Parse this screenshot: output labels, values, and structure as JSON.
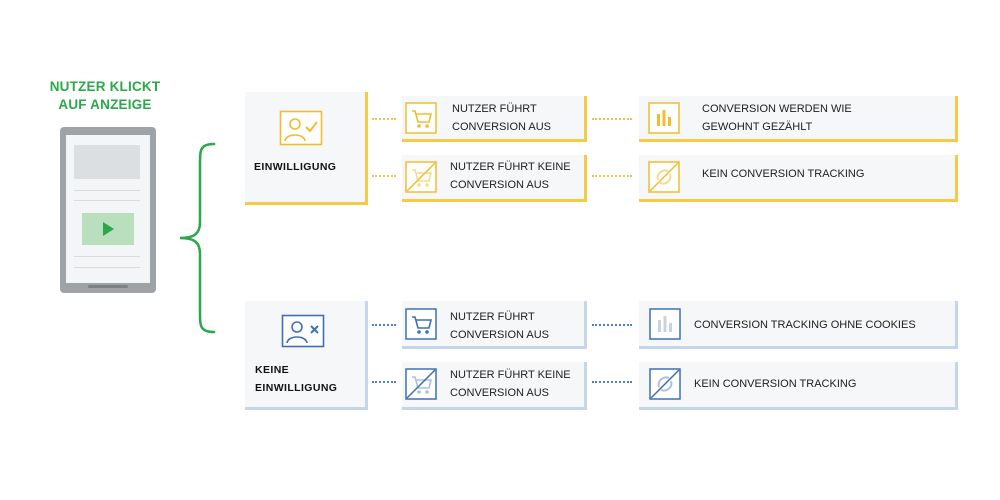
{
  "headline": [
    "NUTZER KLICKT",
    "AUF ANZEIGE"
  ],
  "consent": {
    "label": "EINWILLIGUNG",
    "rows": [
      {
        "action": [
          "NUTZER FÜHRT",
          "CONVERSION AUS"
        ],
        "result": [
          "CONVERSION WERDEN WIE",
          "GEWOHNT GEZÄHLT"
        ]
      },
      {
        "action": [
          "NUTZER FÜHRT KEINE",
          "CONVERSION AUS"
        ],
        "result": [
          "KEIN CONVERSION TRACKING"
        ]
      }
    ]
  },
  "no_consent": {
    "label": [
      "KEINE",
      "EINWILLIGUNG"
    ],
    "rows": [
      {
        "action": [
          "NUTZER FÜHRT",
          "CONVERSION AUS"
        ],
        "result": [
          "CONVERSION TRACKING OHNE COOKIES"
        ]
      },
      {
        "action": [
          "NUTZER FÜHRT KEINE",
          "CONVERSION AUS"
        ],
        "result": [
          "KEIN CONVERSION TRACKING"
        ]
      }
    ]
  },
  "colors": {
    "accent_green": "#2aa84a",
    "consent_yellow": "#f5cb45",
    "no_consent_blue": "#4d7fcf"
  },
  "icons": [
    "person-check-icon",
    "person-x-icon",
    "cart-icon",
    "cart-crossed-icon",
    "bar-chart-icon",
    "tracking-off-icon"
  ]
}
